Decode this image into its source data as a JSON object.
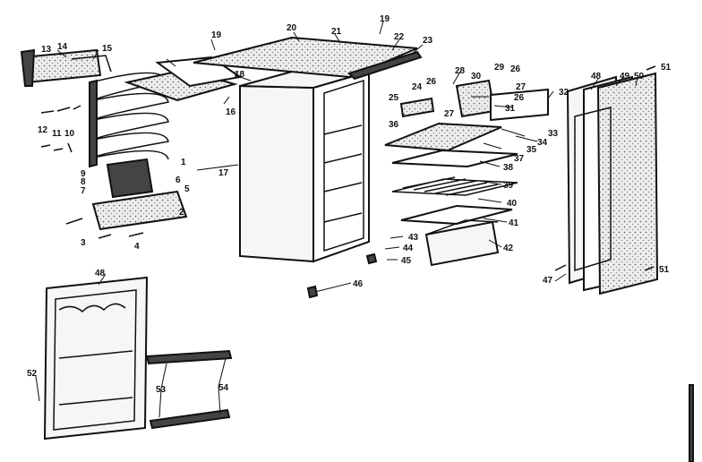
{
  "diagram": {
    "callouts": [
      "1",
      "2",
      "3",
      "4",
      "5",
      "6",
      "7",
      "8",
      "9",
      "10",
      "11",
      "12",
      "13",
      "14",
      "15",
      "16",
      "17",
      "18",
      "19",
      "20",
      "21",
      "22",
      "23",
      "24",
      "25",
      "26",
      "27",
      "28",
      "29",
      "30",
      "31",
      "32",
      "33",
      "34",
      "35",
      "36",
      "37",
      "38",
      "39",
      "40",
      "41",
      "42",
      "43",
      "44",
      "45",
      "46",
      "47",
      "48",
      "49",
      "50",
      "51",
      "52",
      "53",
      "54"
    ]
  }
}
